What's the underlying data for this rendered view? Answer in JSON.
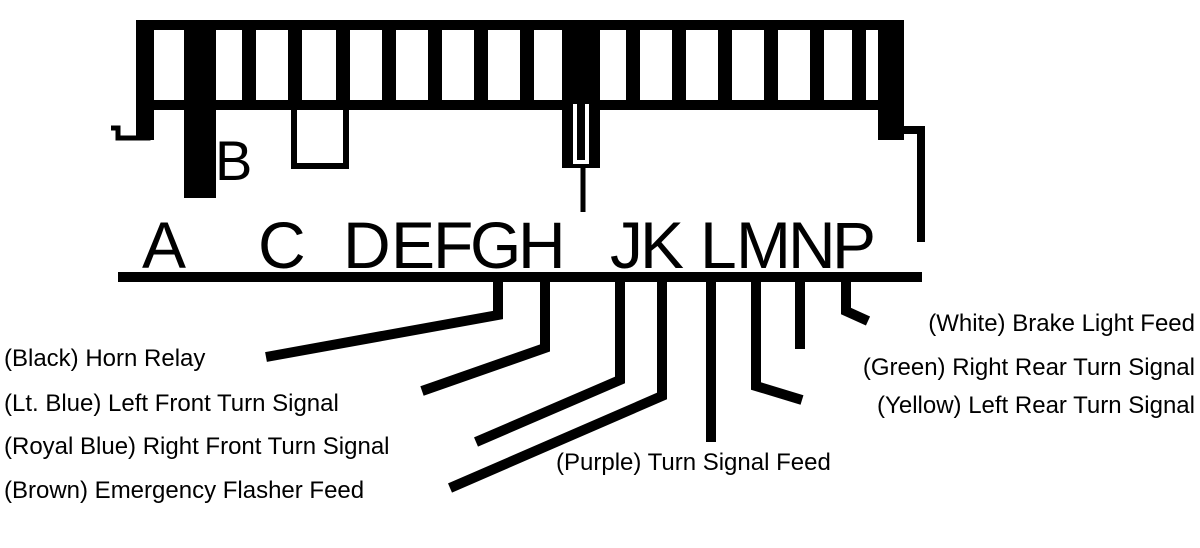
{
  "connector": {
    "pin_letters": [
      "A",
      "B",
      "C",
      "D",
      "E",
      "F",
      "G",
      "H",
      "J",
      "K",
      "L",
      "M",
      "N",
      "P"
    ]
  },
  "wires": [
    {
      "pin": "G",
      "color": "Black",
      "function": "Horn Relay",
      "label": "(Black) Horn Relay"
    },
    {
      "pin": "H",
      "color": "Lt. Blue",
      "function": "Left Front Turn Signal",
      "label": "(Lt. Blue) Left Front Turn Signal"
    },
    {
      "pin": "J",
      "color": "Royal Blue",
      "function": "Right Front Turn Signal",
      "label": "(Royal Blue) Right Front Turn Signal"
    },
    {
      "pin": "K",
      "color": "Brown",
      "function": "Emergency Flasher Feed",
      "label": "(Brown) Emergency Flasher Feed"
    },
    {
      "pin": "L",
      "color": "Purple",
      "function": "Turn Signal Feed",
      "label": "(Purple) Turn Signal Feed"
    },
    {
      "pin": "M",
      "color": "Yellow",
      "function": "Left Rear Turn Signal",
      "label": "(Yellow) Left Rear Turn Signal"
    },
    {
      "pin": "N",
      "color": "Green",
      "function": "Right Rear Turn Signal",
      "label": "(Green) Right Rear Turn Signal"
    },
    {
      "pin": "P",
      "color": "White",
      "function": "Brake Light Feed",
      "label": "(White) Brake Light Feed"
    }
  ]
}
